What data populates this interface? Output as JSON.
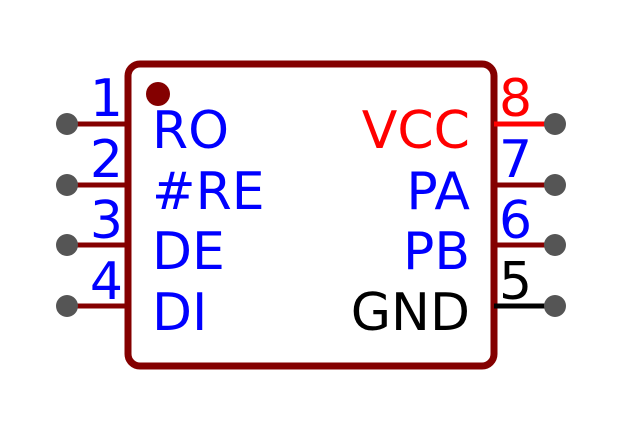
{
  "colors": {
    "body_outline": "#840000",
    "pin_line_default": "#840000",
    "pin_line_power": "#ff0000",
    "pin_line_ground": "#000000",
    "pin_end_dot": "#555555",
    "label_signal": "#0000ff",
    "label_power": "#ff0000",
    "label_ground": "#000000",
    "pin1_marker": "#840000"
  },
  "icons": {
    "pin1_marker": "pin1-dot-icon",
    "pin_end": "pin-terminal-dot-icon"
  },
  "pins": {
    "left": [
      {
        "number": "1",
        "name": "RO"
      },
      {
        "number": "2",
        "name": "#RE"
      },
      {
        "number": "3",
        "name": "DE"
      },
      {
        "number": "4",
        "name": "DI"
      }
    ],
    "right": [
      {
        "number": "8",
        "name": "VCC"
      },
      {
        "number": "7",
        "name": "PA"
      },
      {
        "number": "6",
        "name": "PB"
      },
      {
        "number": "5",
        "name": "GND"
      }
    ]
  }
}
